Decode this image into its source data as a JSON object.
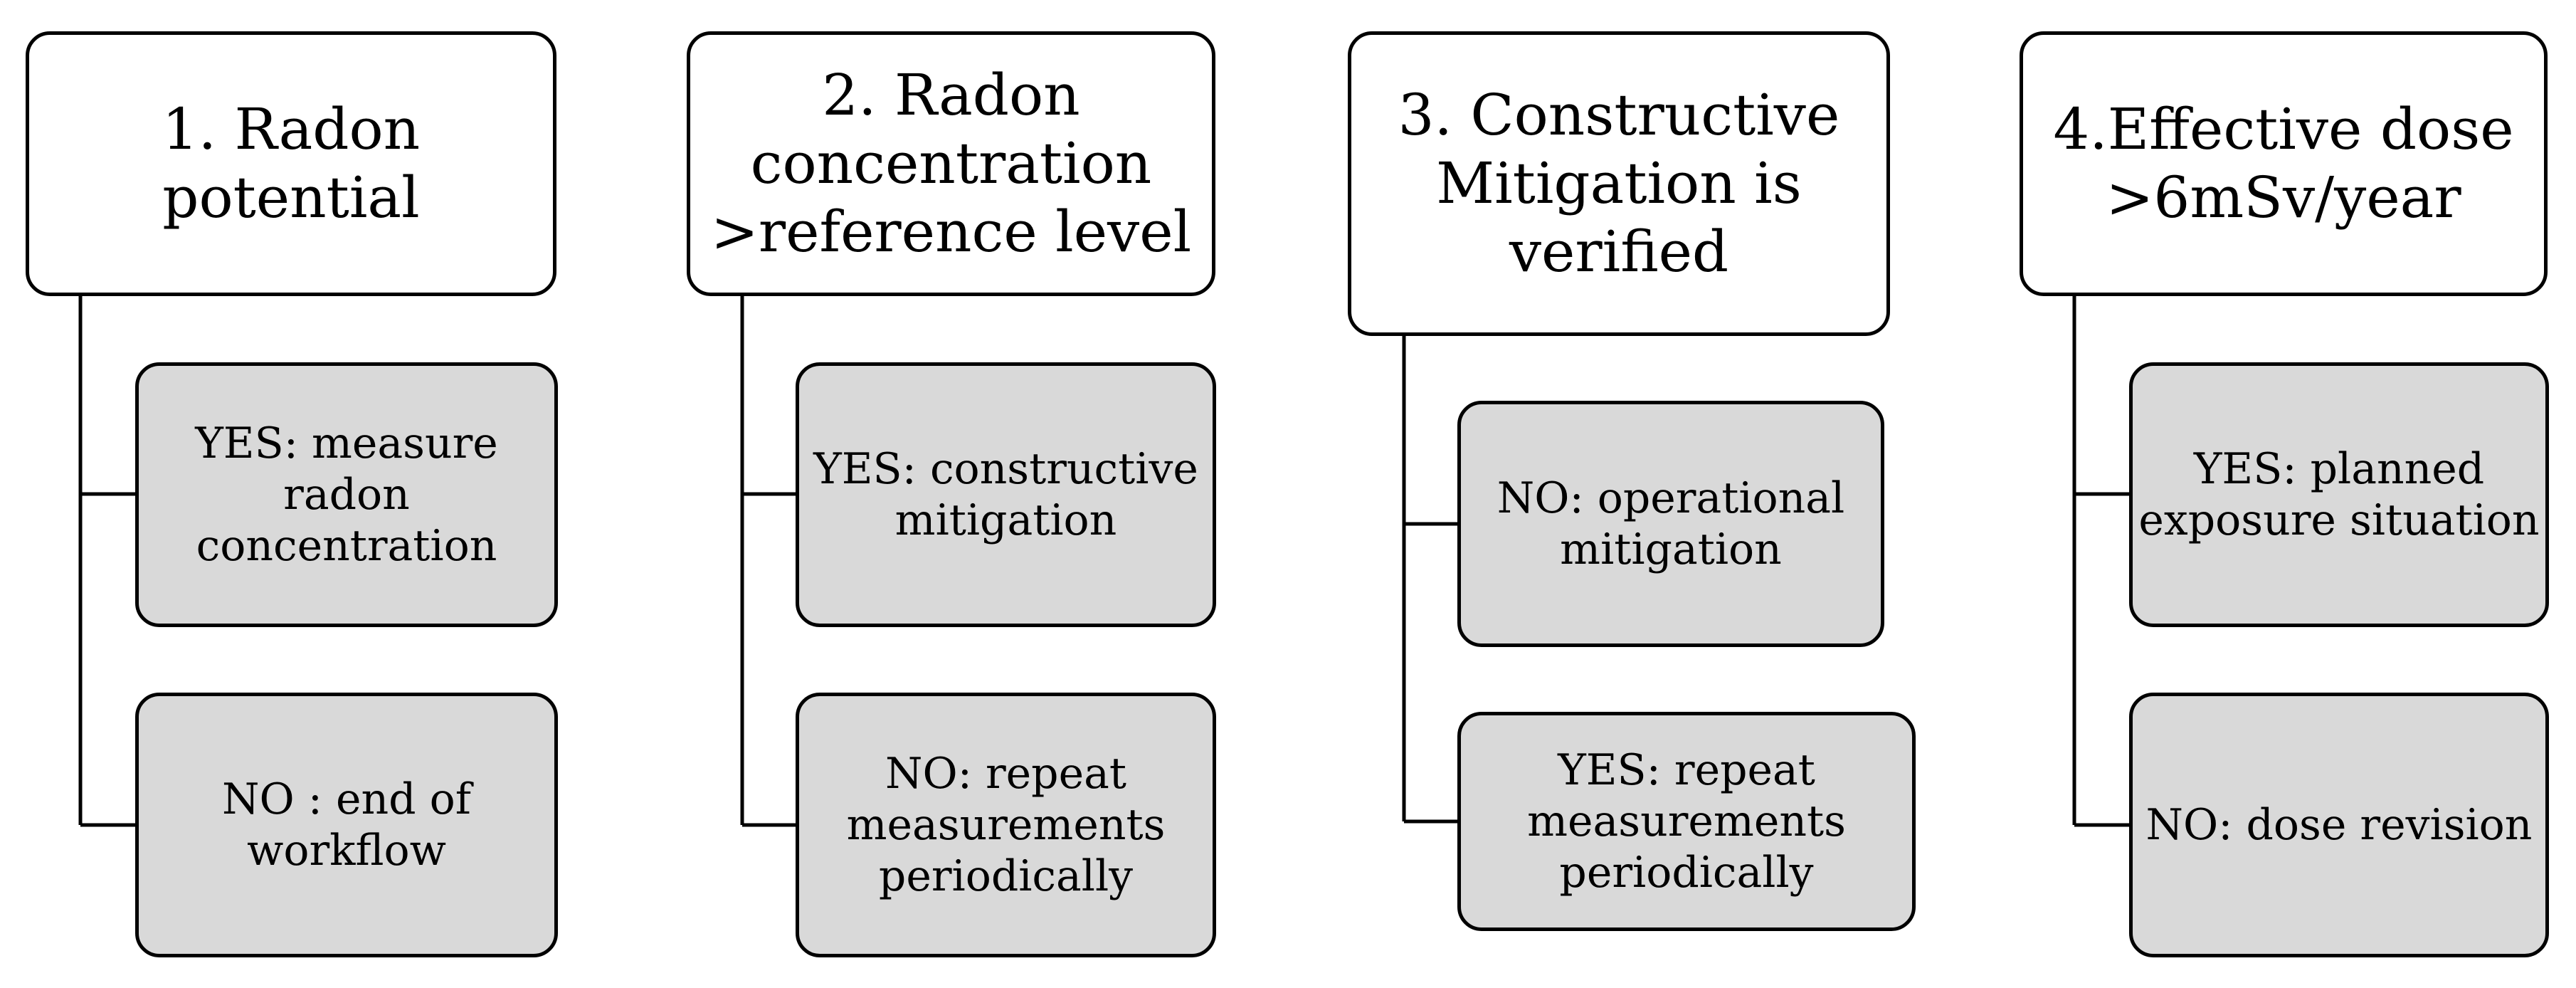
{
  "colors": {
    "header_fill": "#ffffff",
    "option_fill": "#d9d9d9",
    "stroke": "#000000"
  },
  "columns": [
    {
      "title": "1. Radon\npotential",
      "options": [
        "YES: measure\nradon\nconcentration",
        "NO : end of\nworkflow"
      ]
    },
    {
      "title": "2. Radon\nconcentration\n>reference level",
      "options": [
        "YES: constructive\nmitigation",
        "NO: repeat\nmeasurements\nperiodically"
      ]
    },
    {
      "title": "3. Constructive\nMitigation is\nverified",
      "options": [
        "NO: operational\nmitigation",
        "YES: repeat\nmeasurements\nperiodically"
      ]
    },
    {
      "title": "4.Effective dose\n>6mSv/year",
      "options": [
        "YES: planned\nexposure situation",
        "NO: dose revision"
      ]
    }
  ]
}
